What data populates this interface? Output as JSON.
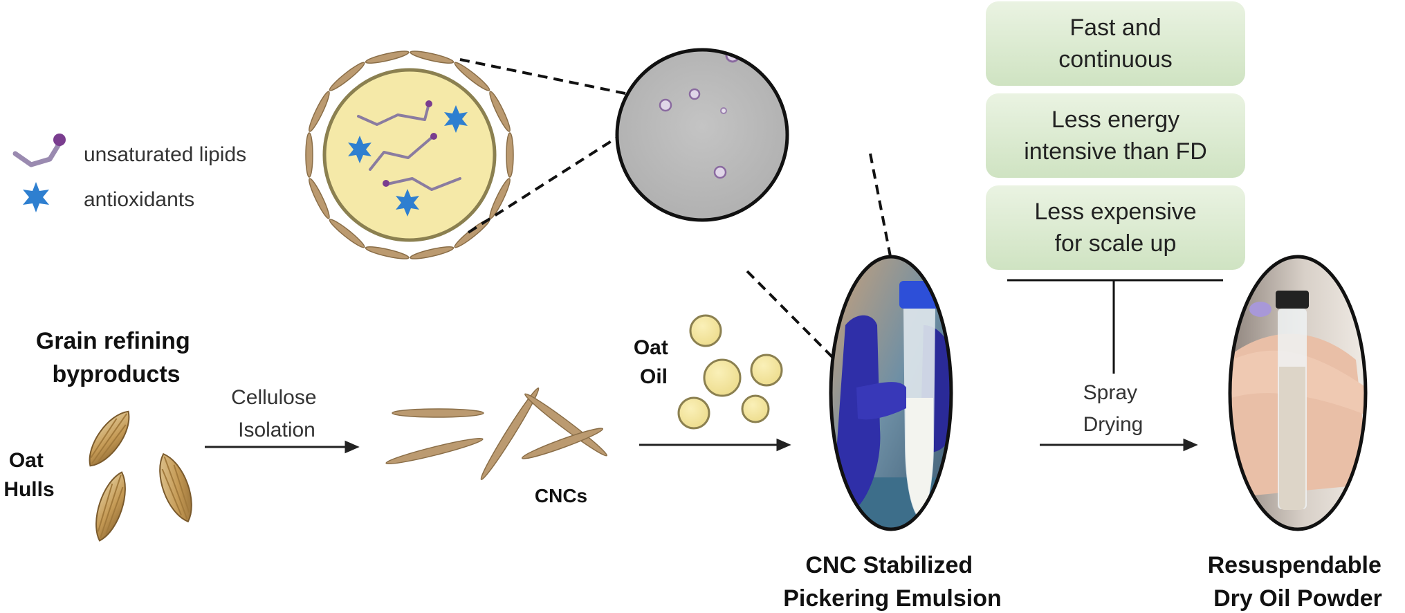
{
  "legend": {
    "items": [
      {
        "label": "unsaturated lipids",
        "icon": "lipid-chain-icon"
      },
      {
        "label": "antioxidants",
        "icon": "star-icon"
      }
    ]
  },
  "source": {
    "title": "Grain refining byproducts",
    "material_label": "Oat Hulls"
  },
  "steps": {
    "cellulose_isolation": "Cellulose Isolation",
    "cncs_label": "CNCs",
    "oat_oil_label": "Oat Oil",
    "spray_drying": "Spray Drying"
  },
  "products": {
    "emulsion_label": "CNC Stabilized Pickering Emulsion",
    "powder_label": "Resuspendable Dry Oil Powder"
  },
  "benefits": [
    "Fast and continuous",
    "Less energy intensive than FD",
    "Less expensive for scale up"
  ],
  "colors": {
    "droplet_fill": "#f5e9a8",
    "droplet_border": "#8b8050",
    "cnc_rod": "#bb9a70",
    "star": "#2e7fd0",
    "lipid": "#6a4c8a",
    "benefit_box": "#d8eacb",
    "glove": "#2f2fa8"
  }
}
